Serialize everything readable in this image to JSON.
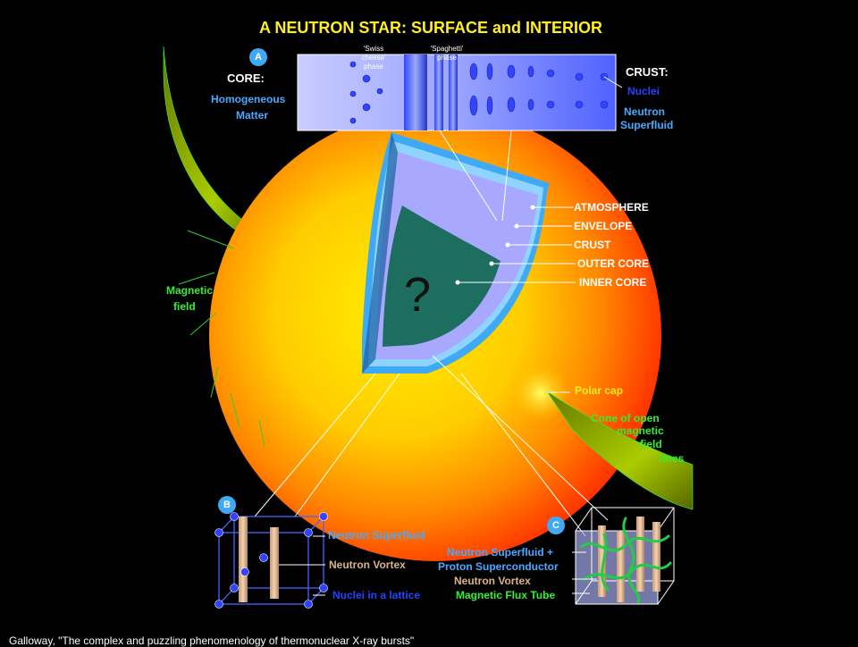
{
  "title": "A NEUTRON STAR:  SURFACE and INTERIOR",
  "panel_a": {
    "badge": "A",
    "core_label": "CORE:",
    "core_detail_1": "Homogeneous",
    "core_detail_2": "Matter",
    "swiss_cheese": "'Swiss cheese' phase",
    "spaghetti": "'Spaghetti' phase",
    "crust_label": "CRUST:",
    "nuclei": "Nuclei",
    "neutron_superfluid_1": "Neutron",
    "neutron_superfluid_2": "Superfluid"
  },
  "layers": {
    "atmosphere": "ATMOSPHERE",
    "envelope": "ENVELOPE",
    "crust": "CRUST",
    "outer_core": "OUTER CORE",
    "inner_core": "INNER CORE",
    "unknown_mark": "?"
  },
  "magnetic": {
    "field_1": "Magnetic",
    "field_2": "field",
    "polar_cap": "Polar cap",
    "cone_1": "Cone of open",
    "cone_2": "magnetic",
    "cone_3": "field",
    "cone_4": "lines"
  },
  "panel_b": {
    "badge": "B",
    "neutron_superfluid": "Neutron Superfluid",
    "neutron_vortex": "Neutron Vortex",
    "nuclei_lattice": "Nuclei in a lattice"
  },
  "panel_c": {
    "badge": "C",
    "line1": "Neutron Superfluid  +",
    "line2": "Proton Superconductor",
    "neutron_vortex": "Neutron Vortex",
    "flux_tube": "Magnetic Flux Tube"
  },
  "caption": "Galloway, \"The complex and puzzling phenomenology of thermonuclear X-ray bursts\"",
  "colors": {
    "title": "#ffee22",
    "star_outer": "#ff2200",
    "star_inner": "#ffee00",
    "outer_core": "#a8a8ff",
    "inner_core": "#1e6e60",
    "crust_band": "#3fa9f5",
    "field_lines": "#88aa00",
    "label_green": "#33ee33",
    "label_blue": "#4aa8ff"
  }
}
